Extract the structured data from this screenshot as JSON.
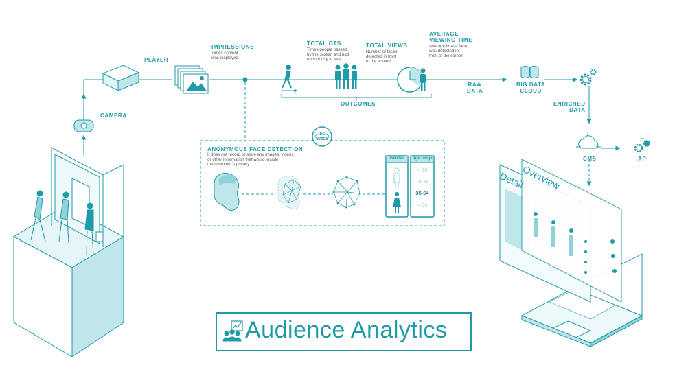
{
  "title": "Audience Analytics",
  "labels": {
    "player": "PLAYER",
    "camera": "CAMERA",
    "impressions": "IMPRESSIONS",
    "total_ots": "TOTAL OTS",
    "total_views": "TOTAL VIEWS",
    "avg_time_line1": "AVERAGE",
    "avg_time_line2": "VIEWING TIME",
    "raw_line1": "RAW",
    "raw_line2": "DATA",
    "bigdata_line1": "BIG DATA",
    "bigdata_line2": "CLOUD",
    "enriched_line1": "ENRICHED",
    "enriched_line2": "DATA",
    "cms": "CMS",
    "api": "API",
    "outcomes": "OUTCOMES",
    "face_detection": "ANONYMOUS FACE DETECTION",
    "iso_line1": "ISO",
    "iso_line2": "27001"
  },
  "descriptions": {
    "impressions": [
      "Times content",
      "was displayed."
    ],
    "total_ots": [
      "Times people passed",
      "by the screen and had",
      "opportunity to see."
    ],
    "total_views": [
      "Number of faces",
      "detected in front",
      "of the screen"
    ],
    "avg_time": [
      "Average time a face",
      "was detected in",
      "front of the screen"
    ],
    "face_detection": [
      "It does not record or store any images, videos",
      "or other information that would invade",
      "the customer's privacy."
    ]
  },
  "gender_panel": {
    "header": "Gender"
  },
  "age_panel": {
    "header": "Age range",
    "items": [
      "< 16",
      "16-34",
      "35-64",
      "> 64"
    ],
    "highlighted": "35-64"
  },
  "screen": {
    "detail_tab": "Detail",
    "overview_tab": "Overview"
  },
  "colors": {
    "accent": "#1f9aa8",
    "fill_light": "#bfe6ea",
    "fill_mid": "#8fd2d9"
  },
  "icons": [
    "player-box-icon",
    "camera-icon",
    "impressions-stack-icon",
    "walking-person-icon",
    "group-icon",
    "clock-icon",
    "database-icon",
    "gear-icon",
    "cloud-icon",
    "api-gear-icon",
    "iso-badge-icon",
    "audience-logo-icon"
  ]
}
